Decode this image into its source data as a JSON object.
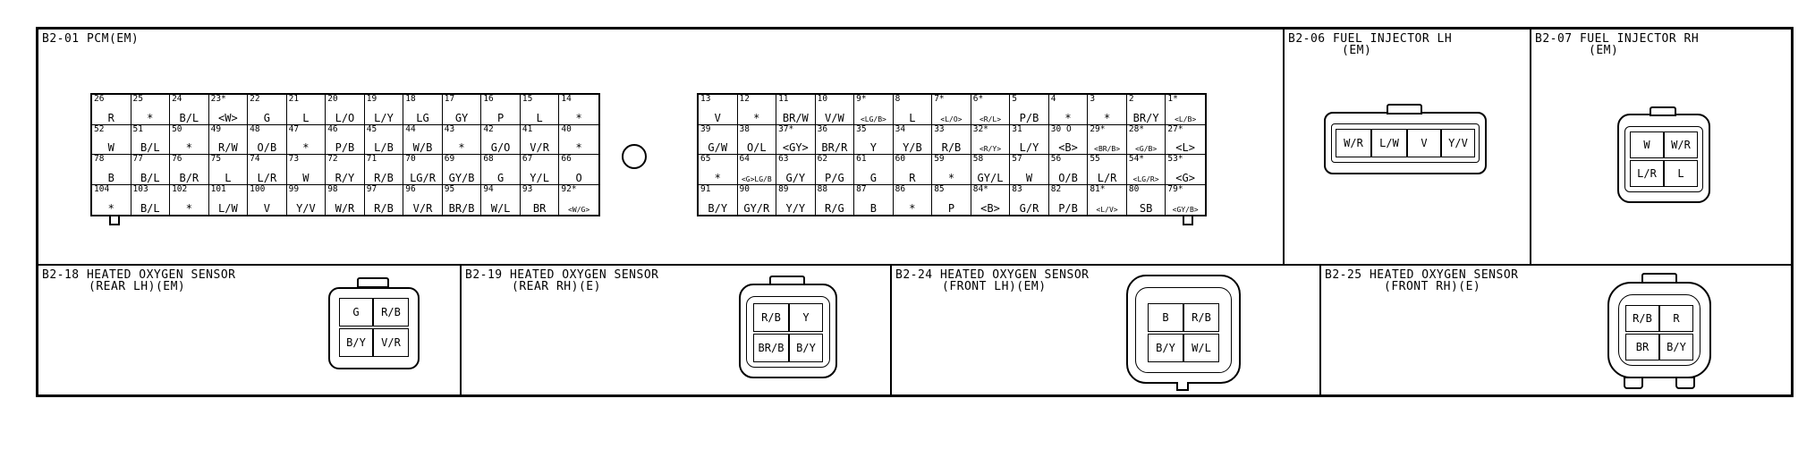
{
  "panels": {
    "pcm": {
      "title": "B2-01 PCM(EM)",
      "left_rows": [
        [
          [
            "26",
            "R"
          ],
          [
            "25",
            "*"
          ],
          [
            "24",
            "B/L"
          ],
          [
            "23*",
            "<W>"
          ],
          [
            "22",
            "G"
          ],
          [
            "21",
            "L"
          ],
          [
            "20",
            "L/O"
          ],
          [
            "19",
            "L/Y"
          ],
          [
            "18",
            "LG"
          ],
          [
            "17",
            "GY"
          ],
          [
            "16",
            "P"
          ],
          [
            "15",
            "L"
          ],
          [
            "14",
            "*"
          ]
        ],
        [
          [
            "52",
            "W"
          ],
          [
            "51",
            "B/L"
          ],
          [
            "50",
            "*"
          ],
          [
            "49",
            "R/W"
          ],
          [
            "48",
            "O/B"
          ],
          [
            "47",
            "*"
          ],
          [
            "46",
            "P/B"
          ],
          [
            "45",
            "L/B"
          ],
          [
            "44",
            "W/B"
          ],
          [
            "43",
            "*"
          ],
          [
            "42",
            "G/O"
          ],
          [
            "41",
            "V/R"
          ],
          [
            "40",
            "*"
          ]
        ],
        [
          [
            "78",
            "B"
          ],
          [
            "77",
            "B/L"
          ],
          [
            "76",
            "B/R"
          ],
          [
            "75",
            "L"
          ],
          [
            "74",
            "L/R"
          ],
          [
            "73",
            "W"
          ],
          [
            "72",
            "R/Y"
          ],
          [
            "71",
            "R/B"
          ],
          [
            "70",
            "LG/R"
          ],
          [
            "69",
            "GY/B"
          ],
          [
            "68",
            "G"
          ],
          [
            "67",
            "Y/L"
          ],
          [
            "66",
            "O"
          ]
        ],
        [
          [
            "104",
            "*"
          ],
          [
            "103",
            "B/L"
          ],
          [
            "102",
            "*"
          ],
          [
            "101",
            "L/W"
          ],
          [
            "100",
            "V"
          ],
          [
            "99",
            "Y/V"
          ],
          [
            "98",
            "W/R"
          ],
          [
            "97",
            "R/B"
          ],
          [
            "96",
            "V/R"
          ],
          [
            "95",
            "BR/B"
          ],
          [
            "94",
            "W/L"
          ],
          [
            "93",
            "BR"
          ],
          [
            "92*",
            "<W/G>"
          ]
        ]
      ],
      "right_rows": [
        [
          [
            "13",
            "V"
          ],
          [
            "12",
            "*"
          ],
          [
            "11",
            "BR/W"
          ],
          [
            "10",
            "V/W"
          ],
          [
            "9*",
            "<LG/B>"
          ],
          [
            "8",
            "L"
          ],
          [
            "7*",
            "<L/O>"
          ],
          [
            "6*",
            "<R/L>"
          ],
          [
            "5",
            "P/B"
          ],
          [
            "4",
            "*"
          ],
          [
            "3",
            "*"
          ],
          [
            "2",
            "BR/Y"
          ],
          [
            "1*",
            "<L/B>"
          ]
        ],
        [
          [
            "39",
            "G/W"
          ],
          [
            "38",
            "O/L"
          ],
          [
            "37*",
            "<GY>"
          ],
          [
            "36",
            "BR/R"
          ],
          [
            "35",
            "Y"
          ],
          [
            "34",
            "Y/B"
          ],
          [
            "33",
            "R/B"
          ],
          [
            "32*",
            "<R/Y>"
          ],
          [
            "31",
            "L/Y"
          ],
          [
            "30 O",
            "<B>"
          ],
          [
            "29*",
            "<BR/B>"
          ],
          [
            "28*",
            "<G/B>"
          ],
          [
            "27*",
            "<L>"
          ]
        ],
        [
          [
            "65",
            "*"
          ],
          [
            "64",
            "<G>LG/B"
          ],
          [
            "63",
            "G/Y"
          ],
          [
            "62",
            "P/G"
          ],
          [
            "61",
            "G"
          ],
          [
            "60",
            "R"
          ],
          [
            "59",
            "*"
          ],
          [
            "58",
            "GY/L"
          ],
          [
            "57",
            "W"
          ],
          [
            "56",
            "O/B"
          ],
          [
            "55",
            "L/R"
          ],
          [
            "54*",
            "<LG/R>"
          ],
          [
            "53*",
            "<G>"
          ]
        ],
        [
          [
            "91",
            "B/Y"
          ],
          [
            "90",
            "GY/R"
          ],
          [
            "89",
            "Y/Y"
          ],
          [
            "88",
            "R/G"
          ],
          [
            "87",
            "B"
          ],
          [
            "86",
            "*"
          ],
          [
            "85",
            "P"
          ],
          [
            "84*",
            "<B>"
          ],
          [
            "83",
            "G/R"
          ],
          [
            "82",
            "P/B"
          ],
          [
            "81*",
            "<L/V>"
          ],
          [
            "80",
            "SB"
          ],
          [
            "79*",
            "<GY/B>"
          ]
        ]
      ]
    },
    "inj_lh": {
      "title": "B2-06 FUEL INJECTOR LH",
      "sub": "(EM)",
      "pins": [
        "W/R",
        "L/W",
        "V",
        "Y/V"
      ]
    },
    "inj_rh": {
      "title": "B2-07 FUEL INJECTOR RH",
      "sub": "(EM)",
      "pins": [
        "W",
        "W/R",
        "L/R",
        "L"
      ]
    },
    "ho2s_rear_lh": {
      "title": "B2-18 HEATED OXYGEN SENSOR",
      "sub": "(REAR LH)(EM)",
      "pins": [
        "G",
        "R/B",
        "B/Y",
        "V/R"
      ]
    },
    "ho2s_rear_rh": {
      "title": "B2-19 HEATED OXYGEN SENSOR",
      "sub": "(REAR RH)(E)",
      "pins": [
        "R/B",
        "Y",
        "BR/B",
        "B/Y"
      ]
    },
    "ho2s_front_lh": {
      "title": "B2-24 HEATED OXYGEN SENSOR",
      "sub": "(FRONT LH)(EM)",
      "pins": [
        "B",
        "R/B",
        "B/Y",
        "W/L"
      ]
    },
    "ho2s_front_rh": {
      "title": "B2-25 HEATED OXYGEN SENSOR",
      "sub": "(FRONT RH)(E)",
      "pins": [
        "R/B",
        "R",
        "BR",
        "B/Y"
      ]
    }
  }
}
